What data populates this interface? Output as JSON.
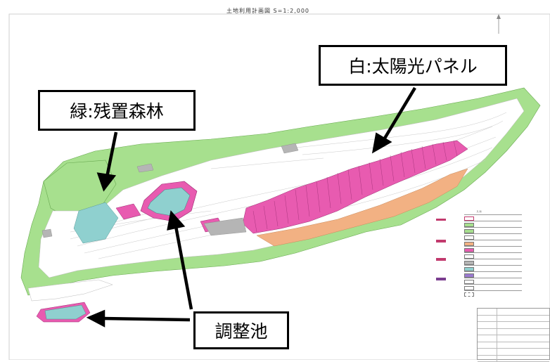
{
  "map_title": "土地利用計画図 S=1:2,000",
  "callouts": {
    "solar_panels": "白:太陽光パネル",
    "residual_forest": "緑:残置森林",
    "regulating_pond": "調整池"
  },
  "legend": {
    "title": "凡 例",
    "colors": {
      "forest": "#a7e08e",
      "solar_area": "#ffffff",
      "slope": "#e85bb0",
      "pond": "#8fd0cf",
      "cut_fill": "#f2b183",
      "road": "#b5b5b5",
      "boundary": "#c23a6e"
    }
  },
  "title_block": {}
}
